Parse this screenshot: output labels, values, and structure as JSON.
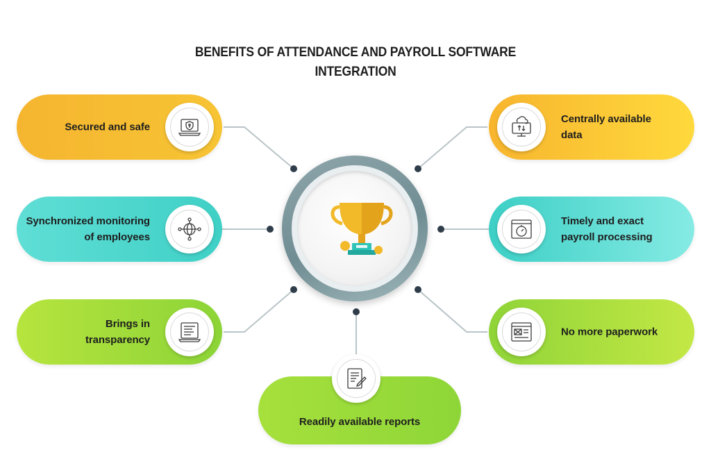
{
  "title": "BENEFITS OF ATTENDANCE AND PAYROLL SOFTWARE INTEGRATION",
  "center": {
    "icon": "trophy-icon"
  },
  "items": [
    {
      "label": "Secured and safe",
      "icon": "laptop-shield-icon",
      "color": "#f5b530"
    },
    {
      "label": "Synchronized monitoring of employees",
      "icon": "network-globe-icon",
      "color": "#3fd0c6"
    },
    {
      "label": "Brings in transparency",
      "icon": "document-list-icon",
      "color": "#8cd437"
    },
    {
      "label": "Centrally available data",
      "icon": "cloud-computer-icon",
      "color": "#ffd93d"
    },
    {
      "label": "Timely and exact payroll processing",
      "icon": "stopwatch-window-icon",
      "color": "#3ccfc5"
    },
    {
      "label": "No more paperwork",
      "icon": "web-layout-icon",
      "color": "#8fd438"
    },
    {
      "label": "Readily available reports",
      "icon": "report-pen-icon",
      "color": "#8ed638"
    }
  ]
}
